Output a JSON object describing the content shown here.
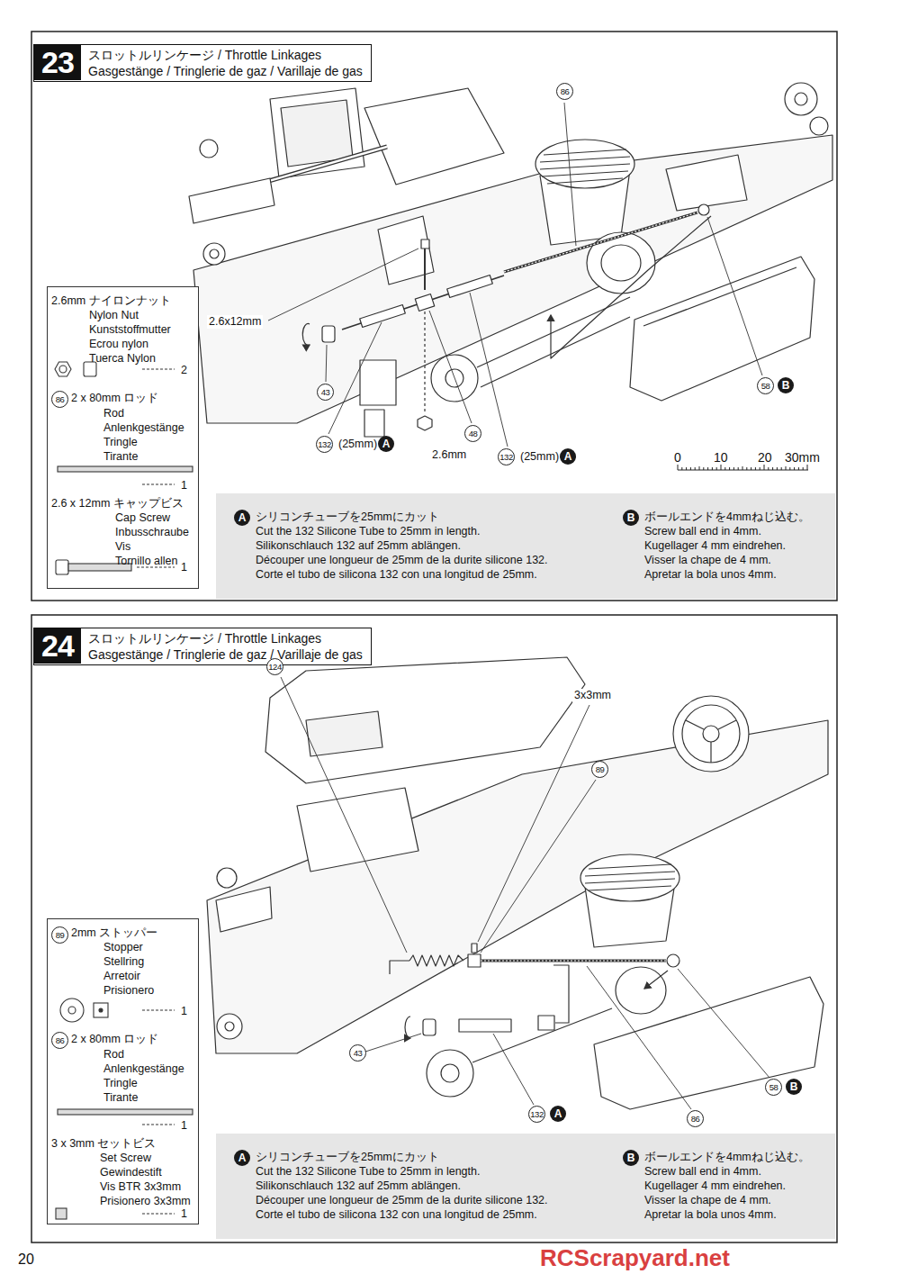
{
  "diagram": {
    "nodes": [
      {
        "text": [
          "23",
          "スロットルリンケージ / Throttle Linkages",
          "Gasgestänge / Tringlerie de gaz / Varillaje de gas"
        ]
      },
      {
        "text": [
          "2.6mm",
          "ナイロンナット",
          "Nylon Nut",
          "Kunststoffmutter",
          "Ecrou nylon",
          "Tuerca Nylon",
          "2",
          "86",
          "2 x 80mm ロッド",
          "Rod",
          "Anlenkgestänge",
          "Tringle",
          "Tirante",
          "1",
          "2.6 x 12mm キャップビス",
          "Cap Screw",
          "Inbusschraube",
          "Vis",
          "Tornillo allen",
          "1"
        ]
      },
      {
        "text": [
          "A",
          "シリコンチューブを25mmにカット",
          "Cut the 132 Silicone Tube to 25mm in length.",
          "Silikonschlauch 132 auf 25mm ablängen.",
          "Découper une longueur de 25mm de la durite silicone 132.",
          "Corte el tubo de silicona 132 con una longitud de 25mm.",
          "B",
          "ボールエンドを4mmねじ込む。",
          "Screw ball end in 4mm.",
          "Kugellager 4 mm eindrehen.",
          "Visser la chape de 4 mm.",
          "Apretar la bola unos 4mm."
        ]
      },
      {
        "text": [
          "24",
          "スロットルリンケージ / Throttle Linkages",
          "Gasgestänge / Tringlerie de gaz / Varillaje de gas"
        ]
      },
      {
        "text": [
          "89",
          "2mm ストッパー",
          "Stopper",
          "Stellring",
          "Arretoir",
          "Prisionero",
          "1",
          "86",
          "2 x 80mm ロッド",
          "Rod",
          "Anlenkgestänge",
          "Tringle",
          "Tirante",
          "1",
          "3 x 3mm セットビス",
          "Set Screw",
          "Gewindestift",
          "Vis BTR 3x3mm",
          "Prisionero 3x3mm",
          "1"
        ]
      },
      {
        "text": [
          "A",
          "シリコンチューブを25mmにカット",
          "Cut the 132 Silicone Tube to 25mm in length.",
          "Silikonschlauch 132 auf 25mm ablängen.",
          "Découper une longueur de 25mm de la durite silicone 132.",
          "Corte el tubo de silicona 132 con una longitud de 25mm.",
          "B",
          "ボールエンドを4mmねじ込む。",
          "Screw ball end in 4mm.",
          "Kugellager 4 mm eindrehen.",
          "Visser la chape de 4 mm.",
          "Apretar la bola unos 4mm."
        ]
      }
    ],
    "labels": [
      "86",
      "2.6x12mm",
      "43",
      "132",
      "(25mm)",
      "A",
      "2.6mm",
      "48",
      "132",
      "(25mm)",
      "A",
      "58",
      "B",
      "0",
      "10",
      "20",
      "30mm",
      "124",
      "3x3mm",
      "89",
      "43",
      "132",
      "A",
      "86",
      "58",
      "B",
      "20",
      "RCScrapyard.net"
    ]
  }
}
